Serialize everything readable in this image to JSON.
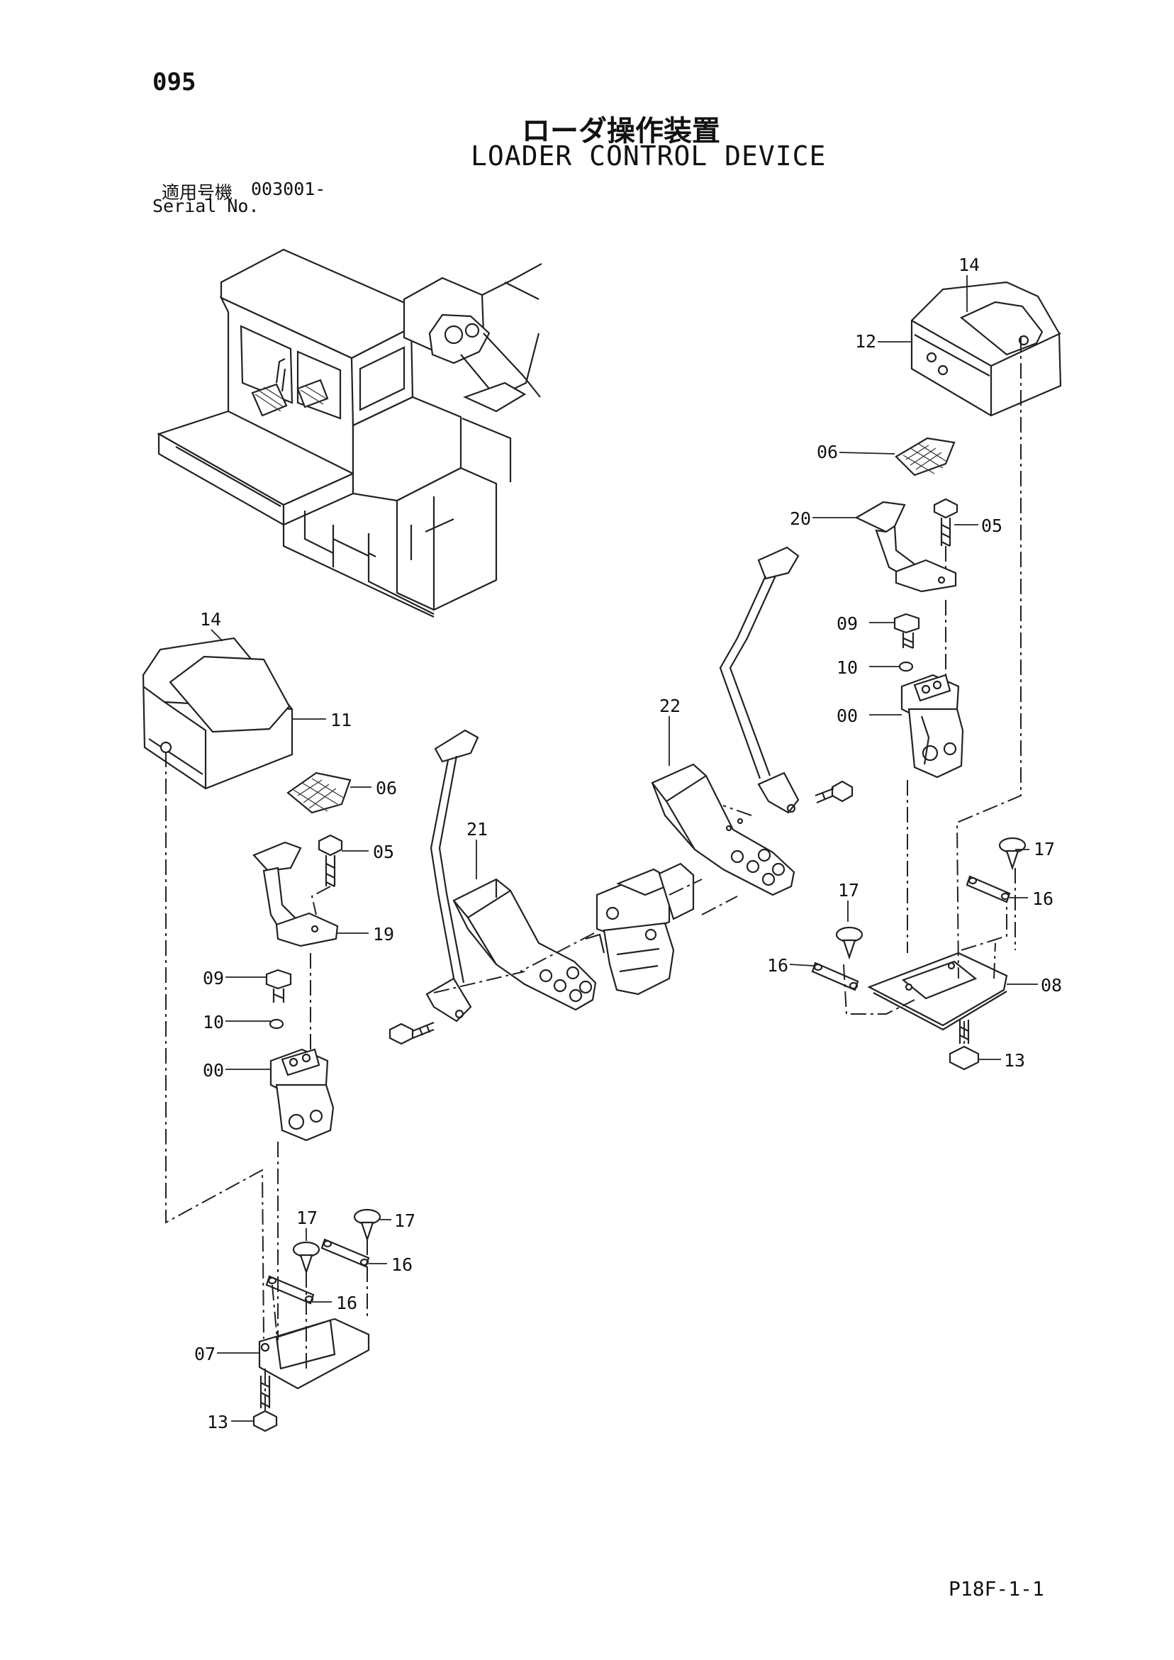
{
  "header": {
    "page_number": "095",
    "title_ja": "ローダ操作装置",
    "title_en": "LOADER CONTROL DEVICE",
    "serial_label_ja": "適用号機",
    "serial_value": "003001-",
    "serial_label_en": "Serial No."
  },
  "footer": {
    "reference": "P18F-1-1"
  },
  "callouts": {
    "c00_right": "00",
    "c05_right": "05",
    "c06_right": "06",
    "c08": "08",
    "c09_right": "09",
    "c10_right": "10",
    "c12": "12",
    "c13_right": "13",
    "c14_right": "14",
    "c16_right_a": "16",
    "c16_right_b": "16",
    "c17_right_a": "17",
    "c17_right_b": "17",
    "c20": "20",
    "c22": "22",
    "c21": "21",
    "c14_left": "14",
    "c11": "11",
    "c06_left": "06",
    "c05_left": "05",
    "c19": "19",
    "c09_left": "09",
    "c10_left": "10",
    "c00_left": "00",
    "c17_left_a": "17",
    "c17_left_b": "17",
    "c16_left_a": "16",
    "c16_left_b": "16",
    "c07": "07",
    "c13_left": "13"
  }
}
